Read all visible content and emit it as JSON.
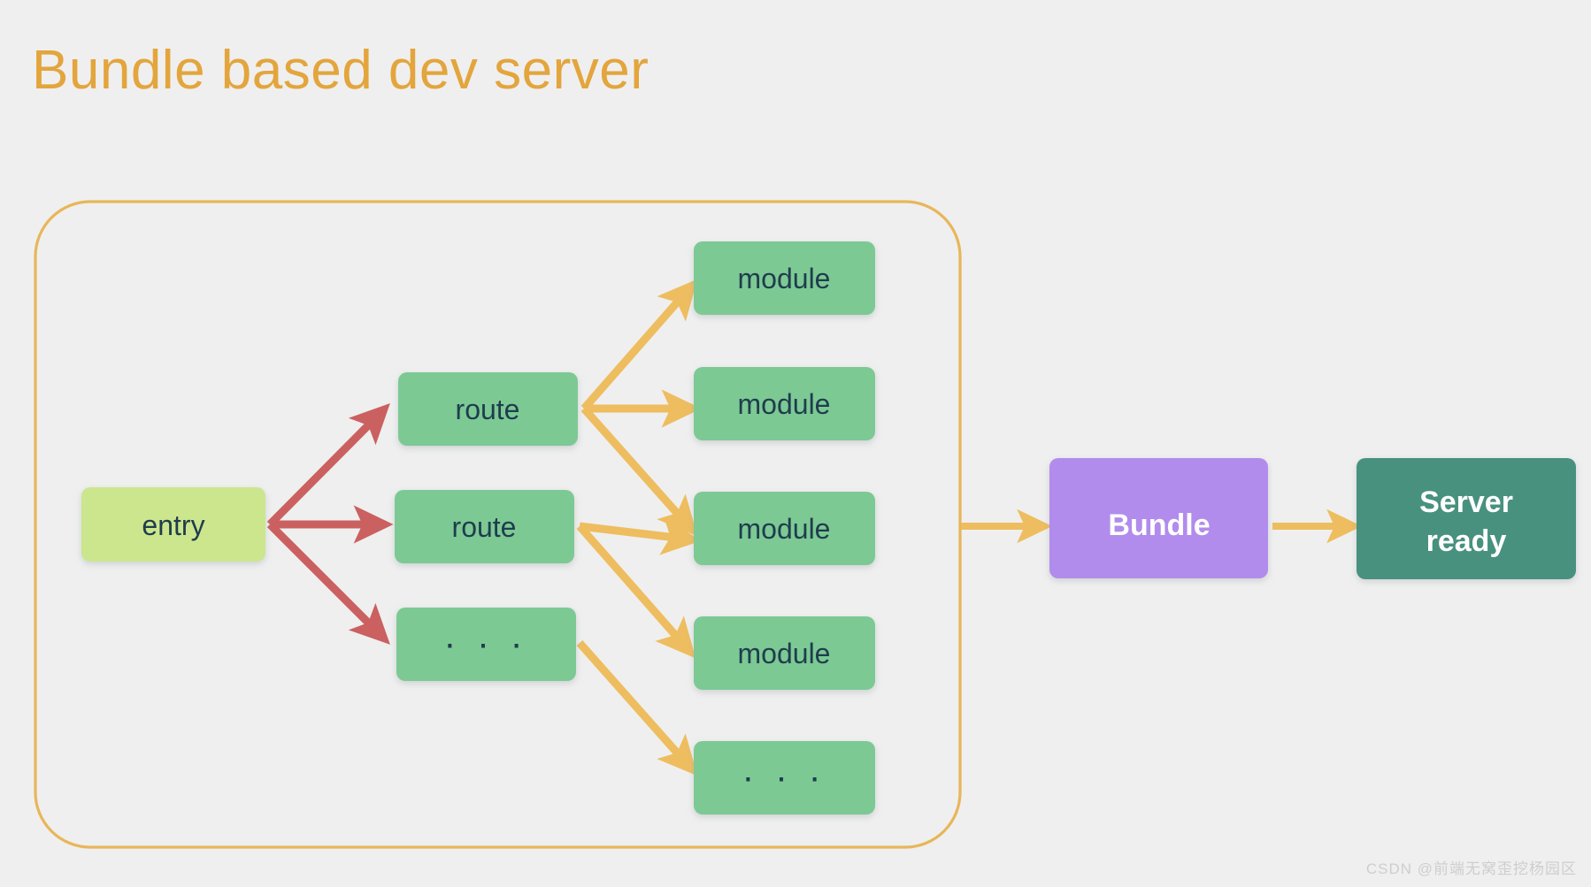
{
  "slide": {
    "title": "Bundle based dev server",
    "background_color": "#efefef",
    "title_color": "#e3a53c",
    "watermark": "CSDN @前端无窝歪挖杨园区"
  },
  "palette": {
    "entry_fill": "#cce68d",
    "node_fill": "#7bc994",
    "bundle_fill": "#b18cec",
    "server_fill": "#4a917f",
    "container_border": "#e8b659",
    "arrow_red": "#cb6060",
    "arrow_yellow": "#eebd5f",
    "text_dark": "#1f3d4d",
    "text_light": "#ffffff"
  },
  "container": {
    "label": "bundle-scope-container",
    "border_color": "#e8b659"
  },
  "nodes": {
    "entry": {
      "label": "entry",
      "kind": "entry"
    },
    "routes": [
      {
        "label": "route",
        "kind": "route"
      },
      {
        "label": "route",
        "kind": "route"
      },
      {
        "label": "· · ·",
        "kind": "route-ellipsis"
      }
    ],
    "modules": [
      {
        "label": "module",
        "kind": "module"
      },
      {
        "label": "module",
        "kind": "module"
      },
      {
        "label": "module",
        "kind": "module"
      },
      {
        "label": "module",
        "kind": "module"
      },
      {
        "label": "· · ·",
        "kind": "module-ellipsis"
      }
    ],
    "bundle": {
      "label": "Bundle",
      "kind": "bundle"
    },
    "server": {
      "label_line1": "Server",
      "label_line2": "ready",
      "kind": "server"
    }
  },
  "edges": {
    "entry_to_routes_color": "#cb6060",
    "route_to_modules_color": "#eebd5f",
    "container_to_bundle_color": "#eebd5f",
    "bundle_to_server_color": "#eebd5f",
    "entry_to_routes_count": 3,
    "route_to_modules_count": 6
  }
}
